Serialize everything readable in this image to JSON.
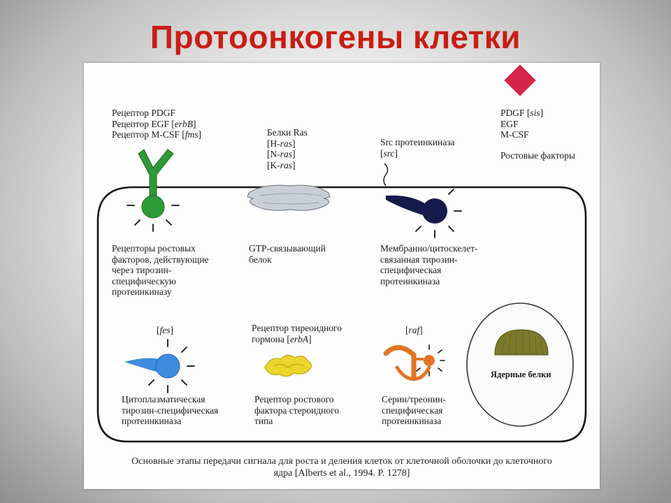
{
  "slide": {
    "title": "Протоонкогены клетки"
  },
  "labels": {
    "pdgf_receptor": {
      "line1": "Рецептор PDGF",
      "line2_prefix": "Рецептор EGF [",
      "line2_gene": "erbB",
      "line2_suffix": "]",
      "line3_prefix": "Рецептор M-CSF [",
      "line3_gene": "fms",
      "line3_suffix": "]"
    },
    "ras": {
      "line1": "Белки Ras",
      "g1_prefix": "[H-",
      "g1_gene": "ras",
      "g1_suffix": "]",
      "g2_prefix": "[N-",
      "g2_gene": "ras",
      "g2_suffix": "]",
      "g3_prefix": "[K-",
      "g3_gene": "ras",
      "g3_suffix": "]"
    },
    "src": {
      "line1": "Src протеинкиназа",
      "gene_prefix": "[",
      "gene": "src",
      "gene_suffix": "]"
    },
    "growth_factors": {
      "line1_prefix": "PDGF [",
      "line1_gene": "sis",
      "line1_suffix": "]",
      "line2": "EGF",
      "line3": "M-CSF",
      "line4": "Ростовые факторы"
    },
    "receptor_desc": [
      "Рецепторы ростовых",
      "факторов, действующие",
      "через тирозин-",
      "специфическую",
      "протеинкиназу"
    ],
    "gtp_desc": [
      "GTP-связывающий",
      "белок"
    ],
    "membrane_desc": [
      "Мембранно/цитоскелет-",
      "связанная тирозин-",
      "специфическая",
      "протеинкиназа"
    ],
    "fes": {
      "prefix": "[",
      "gene": "fes",
      "suffix": "]"
    },
    "thyroid": {
      "line1": "Рецептор тиреоидного",
      "line2_prefix": "гормона [",
      "line2_gene": "erbA",
      "line2_suffix": "]"
    },
    "raf": {
      "prefix": "[",
      "gene": "raf",
      "suffix": "]"
    },
    "nuclear": "Ядерные белки",
    "cytoplasmic_desc": [
      "Цитоплазматическая",
      "тирозин-специфическая",
      "протеинкиназа"
    ],
    "steroid_desc": [
      "Рецептор ростового",
      "фактора стероидного",
      "типа"
    ],
    "serine_desc": [
      "Серин/треонин-",
      "специфическая",
      "протеинкиназа"
    ]
  },
  "caption": {
    "line1": "Основные этапы передачи сигнала для роста и деления клеток от клеточной оболочки до клеточного",
    "line2": "ядра [Alberts et al., 1994. P. 1278]"
  },
  "colors": {
    "title": "#c81e14",
    "receptor_green": "#2e9a37",
    "ras_gray": "#c9ced8",
    "src_navy": "#141a4a",
    "growth_factor_red": "#d8234a",
    "fes_blue": "#3e8be0",
    "thyroid_yellow": "#ecd52a",
    "raf_orange": "#e37424",
    "nuclear_olive": "#7b7a2c"
  }
}
